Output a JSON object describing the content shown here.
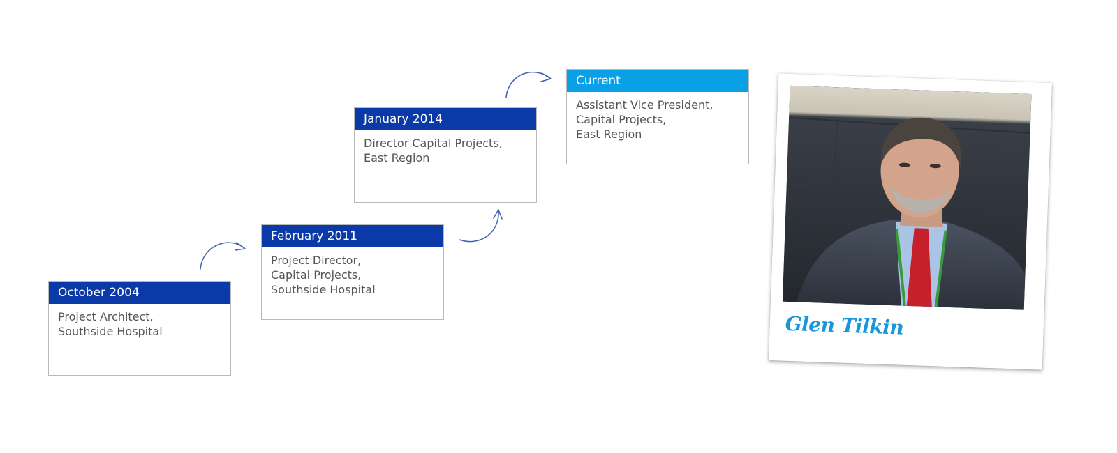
{
  "timeline": [
    {
      "date": "October 2004",
      "lines": [
        "Project Architect,",
        "Southside Hospital"
      ]
    },
    {
      "date": "February 2011",
      "lines": [
        "Project Director,",
        "Capital Projects,",
        "Southside Hospital"
      ]
    },
    {
      "date": "January 2014",
      "lines": [
        "Director Capital Projects,",
        "East Region"
      ]
    },
    {
      "date": "Current",
      "lines": [
        "Assistant Vice President,",
        "Capital Projects,",
        "East Region"
      ]
    }
  ],
  "polaroid": {
    "caption": "Glen Tilkin"
  },
  "colors": {
    "header_dark": "#0a3aa8",
    "header_current": "#0aa0e6",
    "arrow": "#3d62b8",
    "signature": "#1896d8"
  }
}
